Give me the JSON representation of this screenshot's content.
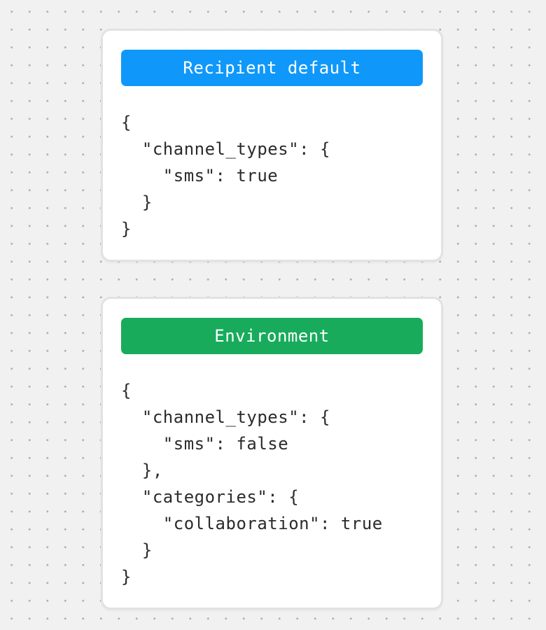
{
  "page": {
    "background_color": "#f1f1f2",
    "dot_color": "#b0b0b0",
    "card_background": "#ffffff",
    "card_border_color": "#e2e2e3",
    "code_text_color": "#2b2b2b"
  },
  "cards": [
    {
      "header": {
        "label": "Recipient default",
        "color": "#0f98fa",
        "text_color": "#ffffff"
      },
      "code_lines": [
        "{",
        "  \"channel_types\": {",
        "    \"sms\": true",
        "  }",
        "}"
      ]
    },
    {
      "header": {
        "label": "Environment",
        "color": "#18ab5c",
        "text_color": "#ffffff"
      },
      "code_lines": [
        "{",
        "  \"channel_types\": {",
        "    \"sms\": false",
        "  },",
        "  \"categories\": {",
        "    \"collaboration\": true",
        "  }",
        "}"
      ]
    }
  ]
}
